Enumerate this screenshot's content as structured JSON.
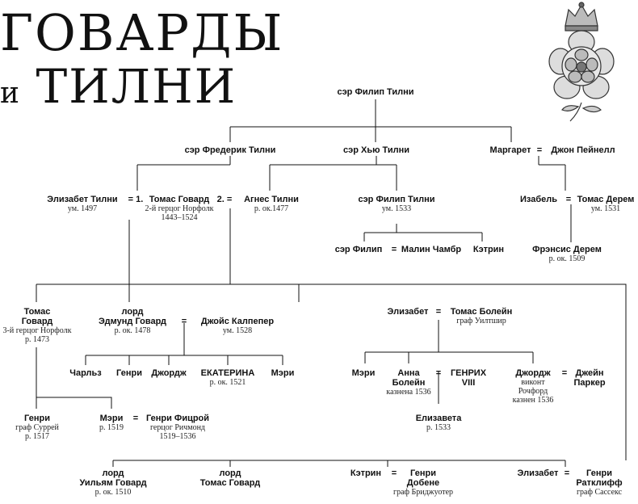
{
  "title": {
    "line1": "ГОВАРДЫ",
    "and": "и",
    "line2": "ТИЛНИ"
  },
  "people": {
    "philip_sr": {
      "name": "сэр Филип Тилни"
    },
    "frederick": {
      "name": "сэр Фредерик Тилни"
    },
    "hugh": {
      "name": "сэр Хью Тилни"
    },
    "margaret": {
      "name": "Маргарет"
    },
    "john_paynell": {
      "name": "Джон Пейнелл"
    },
    "elizabeth_tilney": {
      "name": "Элизабет Тилни",
      "note": "ум. 1497"
    },
    "thomas_howard_2": {
      "name": "Томас Говард",
      "note": "2-й герцог Норфолк\n1443–1524"
    },
    "agnes": {
      "name": "Агнес Тилни",
      "note": "р. ок.1477"
    },
    "philip_jr": {
      "name": "сэр Филип Тилни",
      "note": "ум. 1533"
    },
    "isabel": {
      "name": "Изабель"
    },
    "thomas_dereham": {
      "name": "Томас Дерем",
      "note": "ум. 1531"
    },
    "philip_iii": {
      "name": "сэр Филип"
    },
    "malin": {
      "name": "Малин Чамбр"
    },
    "katherine_t": {
      "name": "Кэтрин"
    },
    "francis": {
      "name": "Фрэнсис Дерем",
      "note": "р. ок. 1509"
    },
    "thomas_3": {
      "name": "Томас\nГовард",
      "note": "3-й герцог Норфолк\nр. 1473"
    },
    "edmund": {
      "name": "лорд\nЭдмунд Говард",
      "note": "р. ок. 1478"
    },
    "joyce": {
      "name": "Джойс Калпепер",
      "note": "ум. 1528"
    },
    "elizabeth_h": {
      "name": "Элизабет"
    },
    "thomas_boleyn": {
      "name": "Томас Болейн",
      "note": "граф Уилтшир"
    },
    "charles": {
      "name": "Чарльз"
    },
    "henry_e": {
      "name": "Генри"
    },
    "george_e": {
      "name": "Джордж"
    },
    "catherine": {
      "name": "ЕКАТЕРИНА",
      "note": "р. ок. 1521"
    },
    "mary_e": {
      "name": "Мэри"
    },
    "mary_b": {
      "name": "Мэри"
    },
    "anne": {
      "name": "Анна\nБолейн",
      "note": "казнена 1536"
    },
    "henry8": {
      "name": "ГЕНРИХ\nVIII"
    },
    "george_b": {
      "name": "Джордж",
      "note": "виконт\nРочфорд\nказнен 1536"
    },
    "jane": {
      "name": "Джейн\nПаркер"
    },
    "henry_s": {
      "name": "Генри",
      "note": "граф Суррей\nр. 1517"
    },
    "mary_h": {
      "name": "Мэри",
      "note": "р. 1519"
    },
    "fitzroy": {
      "name": "Генри Фицрой",
      "note": "герцог Ричмонд\n1519–1536"
    },
    "elizabeth_q": {
      "name": "Елизавета",
      "note": "р. 1533"
    },
    "william": {
      "name": "лорд\nУильям Говард",
      "note": "р. ок. 1510"
    },
    "thomas_l": {
      "name": "лорд\nТомас Говард"
    },
    "katherine_h": {
      "name": "Кэтрин"
    },
    "henry_d": {
      "name": "Генри\nДобене",
      "note": "граф Бриджуотер"
    },
    "elizabeth_r": {
      "name": "Элизабет"
    },
    "henry_r": {
      "name": "Генри\nРатклифф",
      "note": "граф Сассекс"
    }
  },
  "marks": {
    "m_margaret": "=",
    "m_elizabeth_thomas": "= 1.",
    "m_thomas_agnes": "2. =",
    "m_isabel": "=",
    "m_philip_malin": "=",
    "m_edmund_joyce": "=",
    "m_boleyn": "=",
    "m_anne_henry": "=",
    "m_george_jane": "=",
    "m_mary_fitzroy": "=",
    "m_katherine_henry": "=",
    "m_elizabeth_henry": "="
  }
}
